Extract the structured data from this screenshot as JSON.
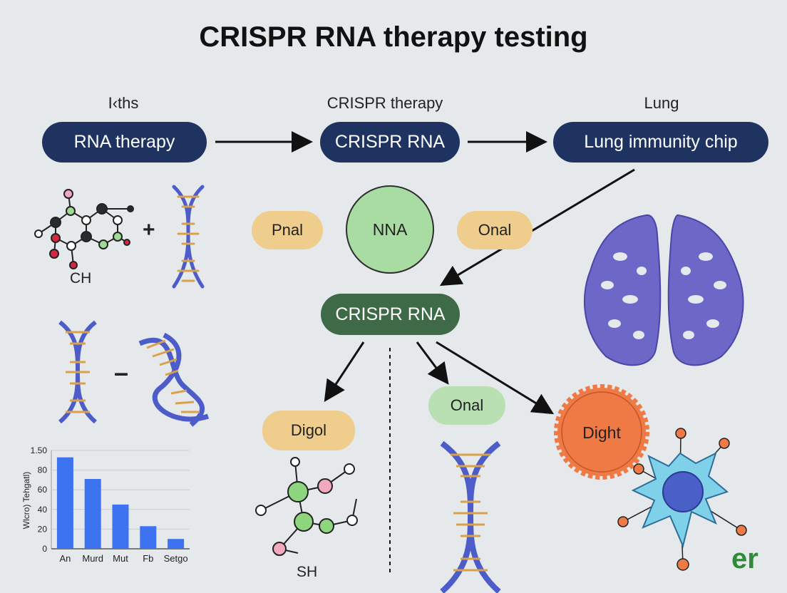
{
  "title": "CRISPR RNA therapy testing",
  "top_labels": {
    "left": "I‹ths",
    "center": "CRISPR therapy",
    "right": "Lung"
  },
  "nodes": {
    "rna_therapy": "RNA therapy",
    "crispr_rna_top": "CRISPR RNA",
    "lung_chip": "Lung immunity chip",
    "pnal": "Pnal",
    "nna": "NNA",
    "onal_top": "Onal",
    "crispr_rna_center": "CRISPR RNA",
    "digol": "Digol",
    "onal_bottom": "Onal",
    "dight": "Dight"
  },
  "molecule_labels": {
    "ch": "CH",
    "sh": "SH",
    "plus": "+",
    "minus": "–"
  },
  "logo_text": "er",
  "colors": {
    "navy": "#1f3361",
    "green": "#3f6a47",
    "tan": "#efcd8c",
    "mint": "#b8e0b2",
    "bar": "#3d73f0",
    "lung": "#6d68c7",
    "orange": "#f07a45",
    "cell": "#7fd1ea"
  },
  "chart_data": {
    "type": "bar",
    "categories": [
      "An",
      "Murd",
      "Mut",
      "Fb",
      "Setgo"
    ],
    "values": [
      93,
      71,
      45,
      23,
      10
    ],
    "ylabel": "Wlcro) Tehgatl)",
    "y_ticks": [
      "0",
      "20",
      "40",
      "60",
      "80",
      "1.50"
    ],
    "ylim": [
      0,
      100
    ],
    "grid": true
  }
}
